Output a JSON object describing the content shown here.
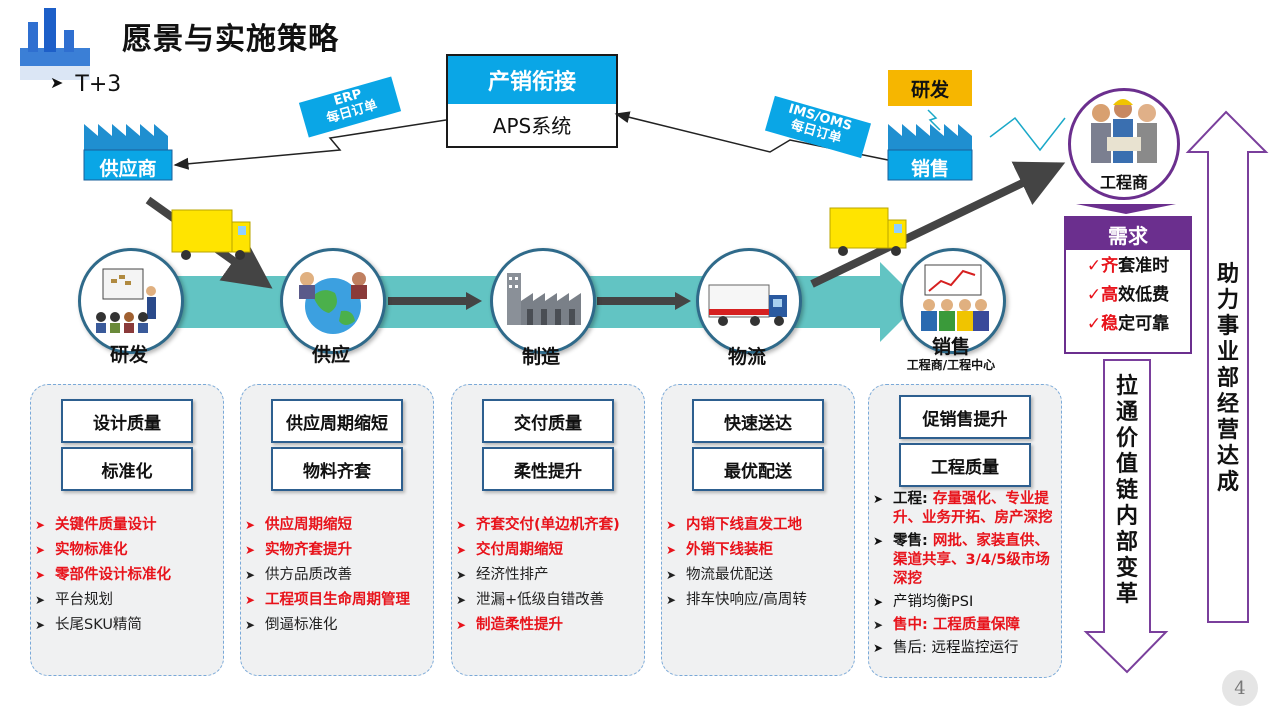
{
  "header": {
    "title": "愿景与实施策略",
    "subtitle": "T+3",
    "bullet": "➤"
  },
  "aps": {
    "title": "产销衔接",
    "system": "APS系统"
  },
  "erp_label": {
    "line1": "ERP",
    "line2": "每日订单"
  },
  "ims_label": {
    "line1": "IMS/OMS",
    "line2": "每日订单"
  },
  "supplier": {
    "label": "供应商"
  },
  "sales_factory": {
    "label": "销售",
    "rd_badge": "研发"
  },
  "engineer": {
    "label": "工程商"
  },
  "stages": [
    {
      "label": "研发"
    },
    {
      "label": "供应"
    },
    {
      "label": "制造"
    },
    {
      "label": "物流"
    },
    {
      "label": "销售",
      "sublabel": "工程商/工程中心"
    }
  ],
  "panels": [
    {
      "boxes": [
        "设计质量",
        "标准化"
      ],
      "items": [
        {
          "text": "关键件质量设计",
          "highlight": true
        },
        {
          "text": "实物标准化",
          "highlight": true
        },
        {
          "text": "零部件设计标准化",
          "highlight": true
        },
        {
          "text": "平台规划",
          "highlight": false
        },
        {
          "text": "长尾SKU精简",
          "highlight": false
        }
      ]
    },
    {
      "boxes": [
        "供应周期缩短",
        "物料齐套"
      ],
      "items": [
        {
          "text": "供应周期缩短",
          "highlight": true
        },
        {
          "text": "实物齐套提升",
          "highlight": true
        },
        {
          "text": "供方品质改善",
          "highlight": false
        },
        {
          "text": "工程项目生命周期管理",
          "highlight": true
        },
        {
          "text": "倒逼标准化",
          "highlight": false
        }
      ]
    },
    {
      "boxes": [
        "交付质量",
        "柔性提升"
      ],
      "items": [
        {
          "text": "齐套交付(单边机齐套)",
          "highlight": true
        },
        {
          "text": "交付周期缩短",
          "highlight": true
        },
        {
          "text": "经济性排产",
          "highlight": false
        },
        {
          "text": "泄漏+低级自错改善",
          "highlight": false
        },
        {
          "text": "制造柔性提升",
          "highlight": true
        }
      ]
    },
    {
      "boxes": [
        "快速送达",
        "最优配送"
      ],
      "items": [
        {
          "text": "内销下线直发工地",
          "highlight": true
        },
        {
          "text": "外销下线装柜",
          "highlight": true
        },
        {
          "text": "物流最优配送",
          "highlight": false
        },
        {
          "text": "排车快响应/高周转",
          "highlight": false
        }
      ]
    },
    {
      "boxes": [
        "促销售提升",
        "工程质量"
      ],
      "items": [
        {
          "prefix": "工程: ",
          "text": "存量强化、专业提升、业务开拓、房产深挖",
          "highlight": true,
          "prefix_black": true
        },
        {
          "prefix": "零售: ",
          "text": "网批、家装直供、渠道共享、3/4/5级市场深挖",
          "highlight": true,
          "prefix_black": true
        },
        {
          "prefix": "",
          "text": "产销均衡PSI",
          "highlight": false
        },
        {
          "prefix": "售中: ",
          "text": "工程质量保障",
          "highlight": true,
          "prefix_black": false
        },
        {
          "prefix": "售后: ",
          "text": "远程监控运行",
          "highlight": false,
          "prefix_black": false
        }
      ]
    }
  ],
  "demand": {
    "title": "需求",
    "items": [
      {
        "check": "✓",
        "first": "齐",
        "rest": "套准时"
      },
      {
        "check": "✓",
        "first": "高",
        "rest": "效低费"
      },
      {
        "check": "✓",
        "first": "稳",
        "rest": "定可靠"
      }
    ]
  },
  "down_arrow_text": [
    "拉",
    "通",
    "价",
    "值",
    "链",
    "内",
    "部",
    "变",
    "革"
  ],
  "up_arrow_text": [
    "助",
    "力",
    "事",
    "业",
    "部",
    "经",
    "营",
    "达",
    "成"
  ],
  "page_number": "4",
  "colors": {
    "accent_blue": "#0aa6e6",
    "teal": "#62c4c3",
    "purple": "#6b2f8e",
    "red": "#e8131b",
    "rd_yellow": "#f6b600"
  }
}
